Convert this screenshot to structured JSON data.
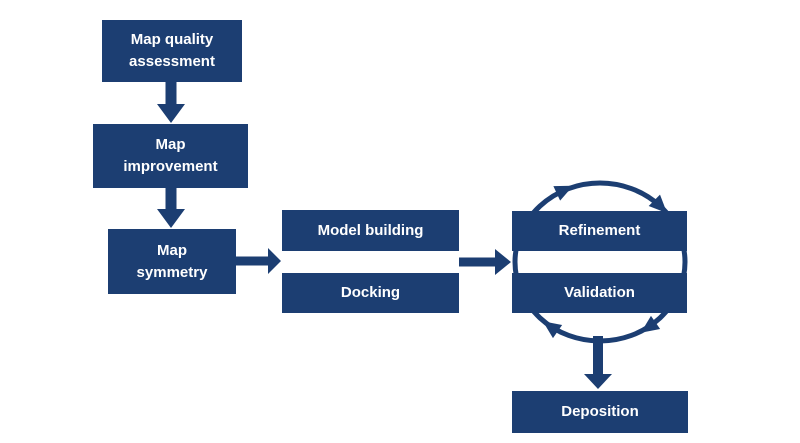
{
  "diagram": {
    "type": "flowchart",
    "subject": "cryo-EM map-to-model workflow",
    "colors": {
      "primary": "#1c3e72",
      "text_on_primary": "#ffffff",
      "background": "#ffffff"
    },
    "nodes": {
      "map_quality": {
        "label": "Map quality\nassessment"
      },
      "map_improvement": {
        "label": "Map\nimprovement"
      },
      "map_symmetry": {
        "label": "Map\nsymmetry"
      },
      "model_building": {
        "label": "Model building"
      },
      "docking": {
        "label": "Docking"
      },
      "refinement": {
        "label": "Refinement"
      },
      "validation": {
        "label": "Validation"
      },
      "deposition": {
        "label": "Deposition"
      }
    },
    "edges": [
      {
        "from": "map_quality",
        "to": "map_improvement",
        "style": "arrow-down"
      },
      {
        "from": "map_improvement",
        "to": "map_symmetry",
        "style": "arrow-down"
      },
      {
        "from": "map_symmetry",
        "to": "model_building / docking",
        "style": "arrow-right"
      },
      {
        "from": "model_building / docking",
        "to": "refinement / validation",
        "style": "arrow-right"
      },
      {
        "from": "refinement",
        "to": "validation",
        "style": "clockwise-cycle-ellipse-4-arrowheads"
      },
      {
        "from": "refinement / validation cycle",
        "to": "deposition",
        "style": "arrow-down"
      }
    ]
  }
}
